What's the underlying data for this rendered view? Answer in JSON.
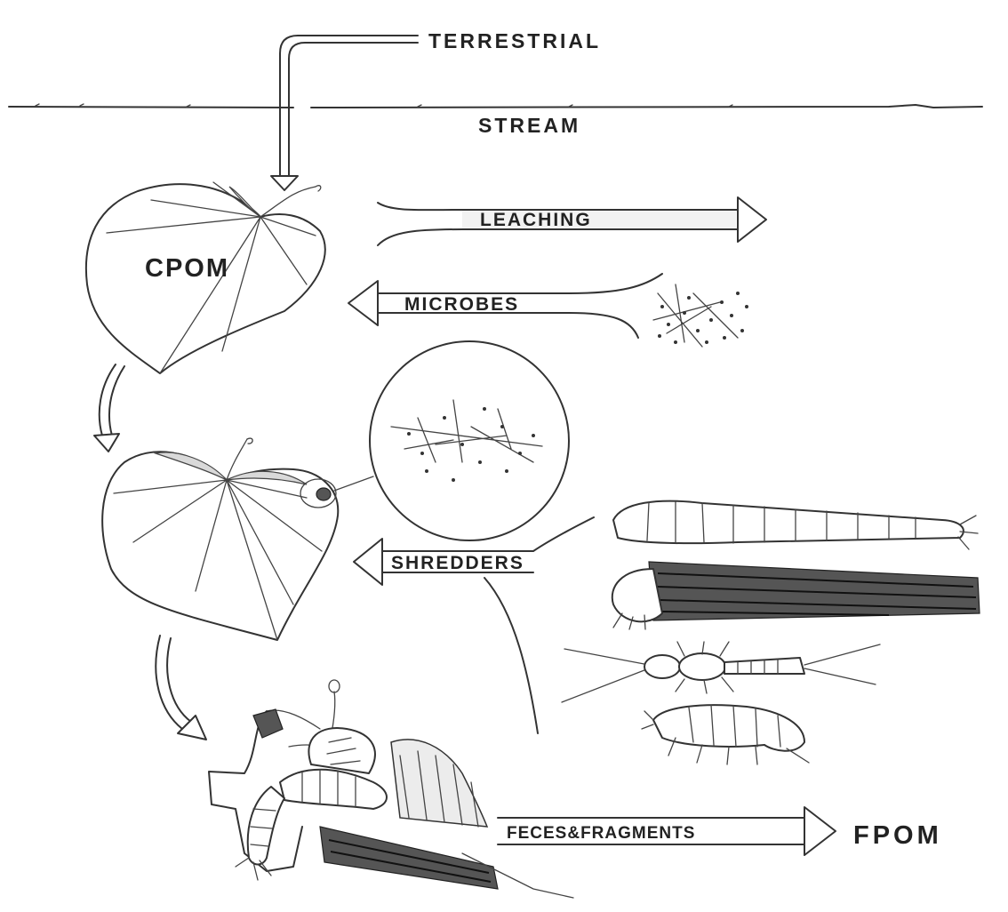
{
  "labels": {
    "terrestrial": "TERRESTRIAL",
    "stream": "STREAM",
    "leaching": "LEACHING",
    "cpom": "CPOM",
    "microbes": "MICROBES",
    "shredders": "SHREDDERS",
    "feces_fragments": "FECES&FRAGMENTS",
    "fpom": "FPOM"
  },
  "icons": {
    "leaf_1": "leaf-icon",
    "leaf_2": "leaf-icon",
    "leaf_3": "shredded-leaf-icon",
    "microbes": "microbe-cluster-icon",
    "magnifier": "magnified-hyphae-icon",
    "shredder_1": "cranefly-larva-icon",
    "shredder_2": "caddisfly-case-icon",
    "shredder_3": "stonefly-nymph-icon",
    "shredder_4": "amphipod-icon"
  }
}
